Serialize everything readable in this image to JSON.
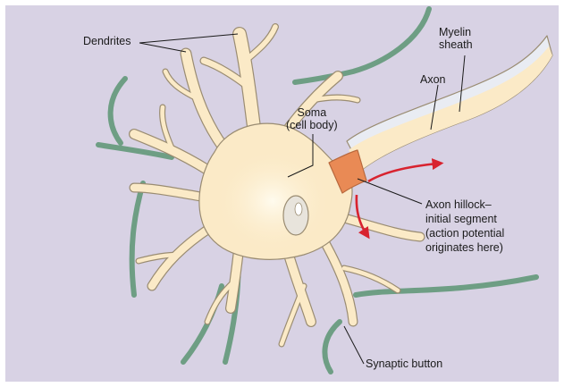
{
  "labels": {
    "dendrites": "Dendrites",
    "myelin_sheath": [
      "Myelin",
      "sheath"
    ],
    "axon": "Axon",
    "soma": [
      "Soma",
      "(cell body)"
    ],
    "axon_hillock": [
      "Axon hillock–",
      "initial segment",
      "(action potential",
      "originates here)"
    ],
    "synaptic_button": "Synaptic button"
  },
  "colors": {
    "background": "#d8d2e4",
    "cell_body": "#fbeac7",
    "cell_outline": "#9a8c72",
    "synapse_fibers": "#6e9e84",
    "myelin": "#e9ecf3",
    "axon_hillock": "#e98a55",
    "arrows": "#d8232f",
    "nucleus": "#e8e4dc"
  }
}
